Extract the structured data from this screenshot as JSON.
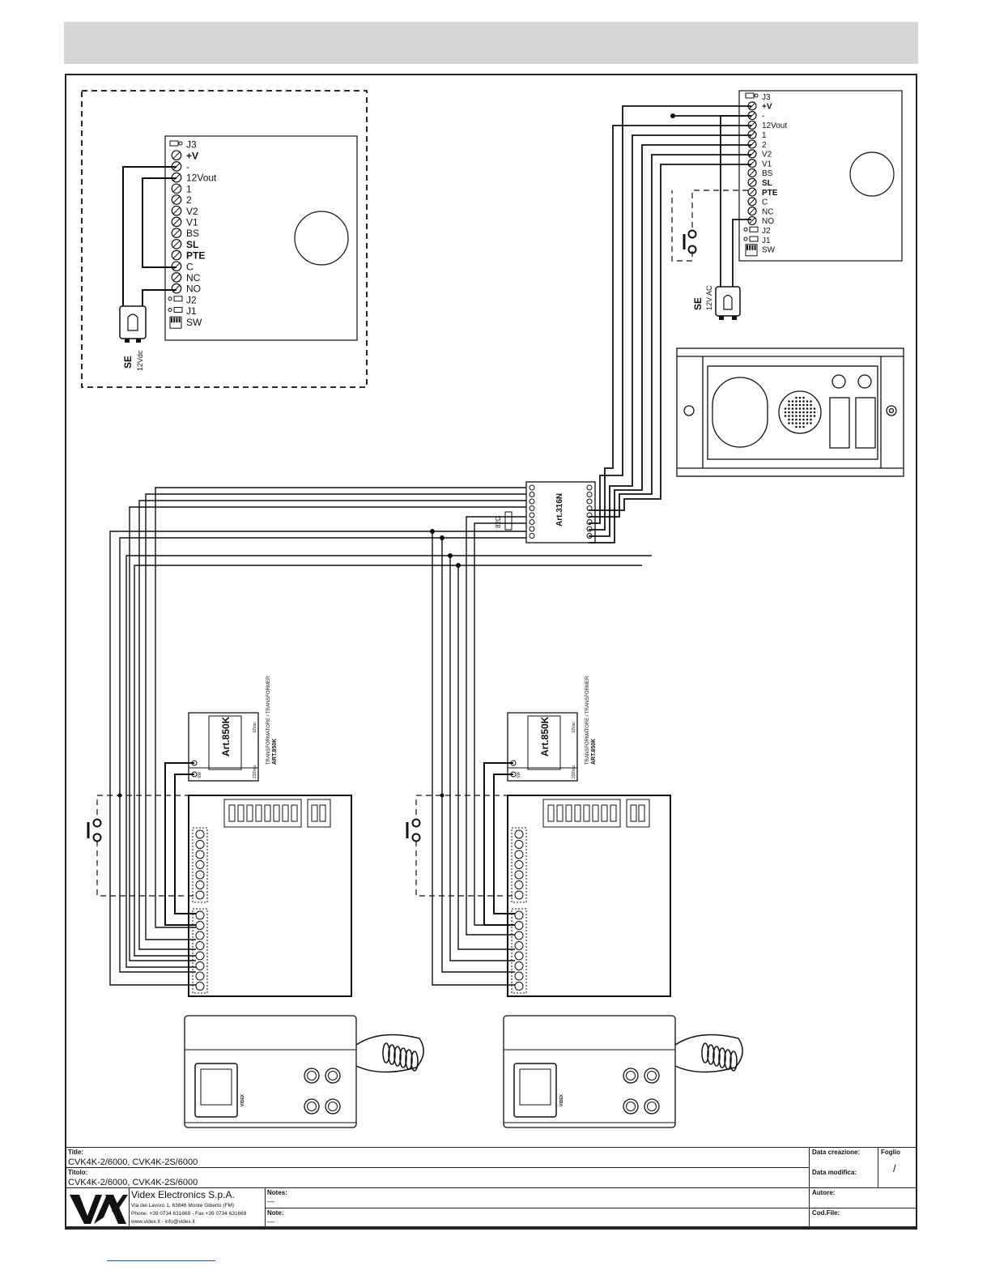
{
  "board_left": {
    "terminals": [
      "J3",
      "+V",
      "-",
      "12Vout",
      "1",
      "2",
      "V2",
      "V1",
      "BS",
      "SL",
      "PTE",
      "C",
      "NC",
      "NO",
      "J2",
      "J1",
      "SW"
    ],
    "lock": {
      "label": "SE",
      "voltage": "12Vdc"
    }
  },
  "board_right": {
    "terminals": [
      "J3",
      "+V",
      "-",
      "12Vout",
      "1",
      "2",
      "V2",
      "V1",
      "BS",
      "SL",
      "PTE",
      "C",
      "NC",
      "NO",
      "J2",
      "J1",
      "SW"
    ],
    "lock": {
      "label": "SE",
      "voltage": "12V AC"
    }
  },
  "distributor": {
    "label": "Art.316N",
    "resistor": "82Ω"
  },
  "transformer": {
    "model": "Art.850K",
    "caption_line1": "TRANSFORMATORE / TRANSFORMER",
    "caption_line2": "ART.850K",
    "in_label": "230Vac",
    "out_label": "12Vac",
    "terminal_label": "SW"
  },
  "monitor": {
    "brand": "VIDEX"
  },
  "title_block": {
    "title_label": "Title:",
    "title_value": "CVK4K-2/6000, CVK4K-2S/6000",
    "titolo_label": "Titolo:",
    "titolo_value": "CVK4K-2/6000, CVK4K-2S/6000",
    "company": "Videx Electronics S.p.A.",
    "address": "Via del Lavoro 1, 63846 Monte Giberto (FM)",
    "phone": "Phone: +39 0734 631669 - Fax +39 0734 631669",
    "web": "www.videx.it - info@videx.it",
    "notes_label": "Notes:",
    "notes_value": "—",
    "note_label": "Note:",
    "note_value": "—",
    "creation_label": "Data creazione:",
    "modified_label": "Data modifica:",
    "sheet_label": "Foglio",
    "sheet_value": "/",
    "author_label": "Autore:",
    "file_label": "Cod.File:"
  }
}
